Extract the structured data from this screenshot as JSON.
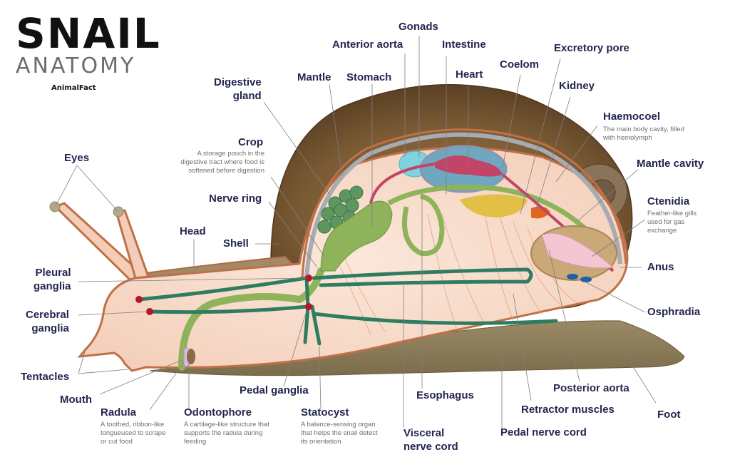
{
  "header": {
    "title": "SNAIL",
    "subtitle": "ANATOMY",
    "brand": "AnimalFact"
  },
  "colors": {
    "label": "#23264f",
    "description": "#6f6f6f",
    "shell": "#7a5a34",
    "body": "#f6d6c4",
    "nerve": "#2e7d61",
    "digestive": "#8fb35a",
    "heart": "#c24568",
    "ganglia": "#b5142a"
  },
  "labels": {
    "eyes": "Eyes",
    "head": "Head",
    "pleural_ganglia": "Pleural\nganglia",
    "cerebral_ganglia": "Cerebral\nganglia",
    "tentacles": "Tentacles",
    "mouth": "Mouth",
    "radula": "Radula",
    "odontophore": "Odontophore",
    "pedal_ganglia": "Pedal ganglia",
    "statocyst": "Statocyst",
    "visceral_nerve_cord": "Visceral\nnerve cord",
    "esophagus": "Esophagus",
    "pedal_nerve_cord": "Pedal nerve cord",
    "retractor_muscles": "Retractor muscles",
    "posterior_aorta": "Posterior aorta",
    "foot": "Foot",
    "osphradia": "Osphradia",
    "anus": "Anus",
    "ctenidia": "Ctenidia",
    "mantle_cavity": "Mantle cavity",
    "haemocoel": "Haemocoel",
    "kidney": "Kidney",
    "excretory_pore": "Excretory pore",
    "coelom": "Coelom",
    "heart": "Heart",
    "intestine": "Intestine",
    "gonads": "Gonads",
    "anterior_aorta": "Anterior aorta",
    "stomach": "Stomach",
    "mantle": "Mantle",
    "digestive_gland": "Digestive\ngland",
    "crop": "Crop",
    "nerve_ring": "Nerve ring",
    "shell": "Shell"
  },
  "descriptions": {
    "crop": "A storage pouch in the\ndigestive tract where food is\nsoftened before digestion",
    "haemocoel": "The main body cavity, filled\nwith hemolymph",
    "ctenidia": "Feather-like gills\nused for gas\nexchange",
    "radula": "A toothed, ribbon-like\ntongueused to scrape\nor cut food",
    "odontophore": "A cartilage-like structure that\nsupports the radula during\nfeeding",
    "statocyst": "A balance-sensing organ\nthat helps the snail detect\nits orientation"
  }
}
